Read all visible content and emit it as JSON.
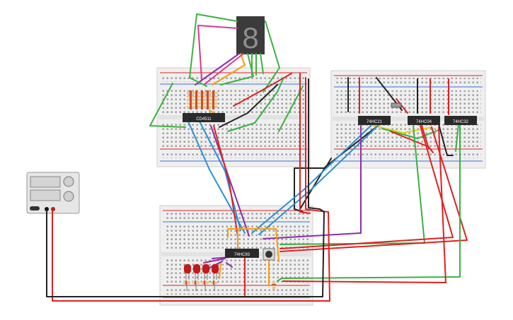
{
  "chips": {
    "cd4511": "CD4511",
    "c74hc21": "74HC21",
    "c74hc04": "74HC04",
    "c74hc32": "74HC32",
    "c74hc93": "74HC93"
  },
  "seven_segment": {
    "digit": "8"
  },
  "colors": {
    "board": "#efefef",
    "chip": "#2a2a2a",
    "wire_red": "#e02020",
    "wire_black": "#222222",
    "wire_green": "#3cb043",
    "wire_blue": "#2d8fd5",
    "wire_purple": "#8a2ea8",
    "wire_orange": "#f39c12",
    "wire_yellow": "#e8d21a",
    "wire_pink": "#d63c8c",
    "led_red": "#c21a1a"
  }
}
